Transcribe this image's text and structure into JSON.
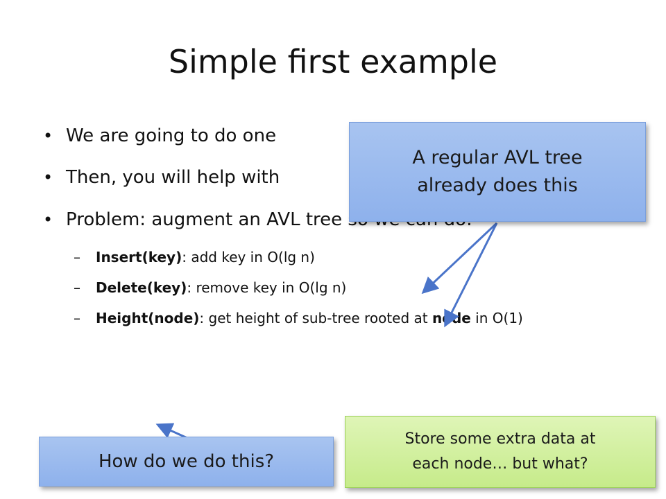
{
  "slide": {
    "title": "Simple first example",
    "bullets": [
      "We are going to do one",
      "Then, you will help with",
      "Problem: augment an AVL tree so we can do:"
    ],
    "subbullets": [
      {
        "bold": "Insert(key)",
        "rest": ": add key in O(lg n)"
      },
      {
        "bold": "Delete(key)",
        "rest": ": remove key in O(lg n)"
      },
      {
        "bold": "Height(node)",
        "rest": ": get height of sub-tree rooted at ",
        "bold2": "node",
        "rest2": " in O(1)"
      }
    ]
  },
  "callouts": {
    "avl_line1": "A regular AVL tree",
    "avl_line2": "already does this",
    "how": "How do we do this?",
    "store_line1": "Store some extra data at",
    "store_line2": "each node… but what?"
  },
  "colors": {
    "blue_callout": "#98b9ee",
    "green_callout": "#d3f0a0",
    "arrow": "#4a74c9"
  }
}
